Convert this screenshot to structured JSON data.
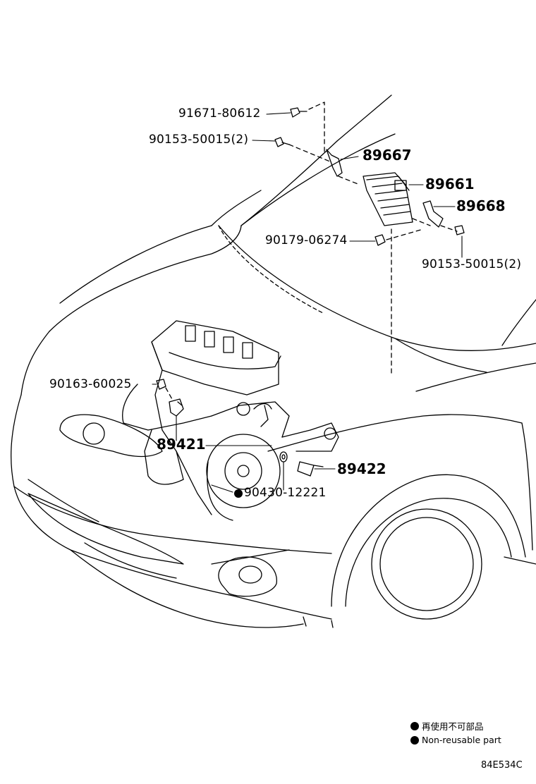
{
  "parts": {
    "p91671_80612": "91671-80612",
    "p90153_50015_top": "90153-50015(2)",
    "p89667": "89667",
    "p89661": "89661",
    "p89668": "89668",
    "p90179_06274": "90179-06274",
    "p90153_50015_right": "90153-50015(2)",
    "p90163_60025": "90163-60025",
    "p89421": "89421",
    "p89422": "89422",
    "p90430_12221": "90430-12221"
  },
  "legend": {
    "jp": "再使用不可部品",
    "en": "Non-reusable part"
  },
  "figure_code": "84E534C"
}
